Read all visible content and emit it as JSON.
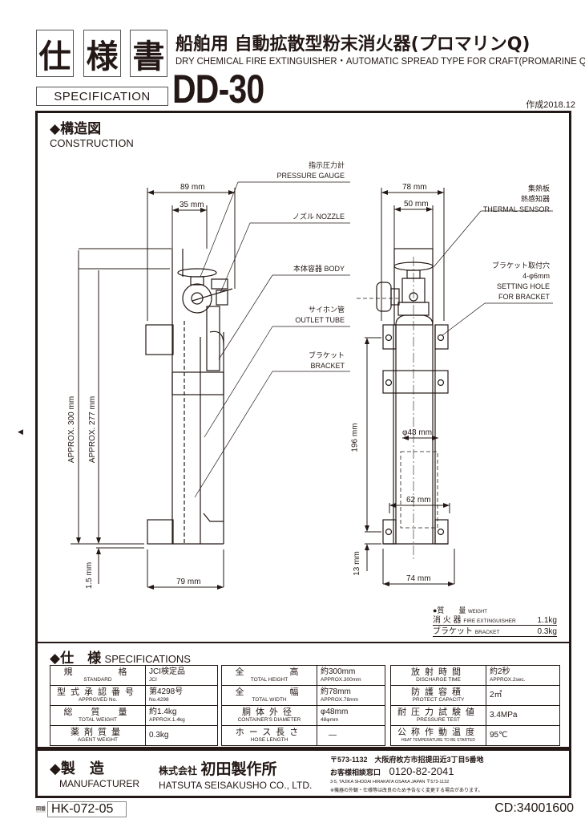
{
  "header": {
    "kanji": [
      "仕",
      "様",
      "書"
    ],
    "spec_label": "SPECIFICATION",
    "title_jp": "船舶用 自動拡散型粉末消火器(プロマリンQ)",
    "title_en": "DRY CHEMICAL FIRE EXTINGUISHER・AUTOMATIC SPREAD TYPE FOR CRAFT(PROMARINE Q)",
    "model": "DD-30",
    "created": "作成2018.12"
  },
  "construction": {
    "title_jp": "◆構造図",
    "title_en": "CONSTRUCTION",
    "side_view": {
      "dims": {
        "overall_width": "89 mm",
        "top_width": "35 mm",
        "height_total": "APPROX. 300 mm",
        "height_body": "APPROX. 277 mm",
        "bottom_offset": "1.5 mm",
        "bottom_width": "79 mm"
      },
      "callouts": [
        {
          "jp": "指示圧力計",
          "en": "PRESSURE GAUGE"
        },
        {
          "jp": "ノズル",
          "en": "NOZZLE"
        },
        {
          "jp": "本体容器",
          "en": "BODY"
        },
        {
          "jp": "サイホン管",
          "en": "OUTLET TUBE"
        },
        {
          "jp": "ブラケット",
          "en": "BRACKET"
        }
      ]
    },
    "front_view": {
      "dims": {
        "overall_width": "78 mm",
        "top_width": "50 mm",
        "hole_pitch": "196 mm",
        "bottom_offset": "13 mm",
        "diameter": "φ48 mm",
        "inner_width": "62 mm",
        "bottom_width": "74 mm"
      },
      "callouts": [
        {
          "jp1": "集熱板",
          "jp2": "熱感知器",
          "en": "THERMAL SENSOR"
        },
        {
          "jp1": "ブラケット取付穴",
          "jp2": "4-φ6mm",
          "en": "SETTING HOLE",
          "en2": "FOR BRACKET"
        }
      ]
    },
    "weight": {
      "title_jp": "●質　　量",
      "title_en": "WEIGHT",
      "rows": [
        {
          "jp": "消 火 器",
          "en": "FIRE EXTINGUISHER",
          "value": "1.1kg"
        },
        {
          "jp": "ブラケット",
          "en": "BRACKET",
          "value": "0.3kg"
        }
      ]
    }
  },
  "specifications": {
    "title_jp": "◆仕　様",
    "title_en": "SPECIFICATIONS",
    "columns": [
      [
        {
          "jp": "規　　　格",
          "en": "STANDARD",
          "value": "JCI検定品",
          "sub": "JCI"
        },
        {
          "jp": "型式承認番号",
          "en": "APPROVED No.",
          "value": "第4298号",
          "sub": "No.4298"
        },
        {
          "jp": "総　質　量",
          "en": "TOTAL WEIGHT",
          "value": "約1.4kg",
          "sub": "APPROX.1.4kg"
        },
        {
          "jp": "薬剤質量",
          "en": "AGENT WEIGHT",
          "value": "0.3kg",
          "sub": ""
        }
      ],
      [
        {
          "jp": "全　　　高",
          "en": "TOTAL HEIGHT",
          "value": "約300mm",
          "sub": "APPROX.300mm"
        },
        {
          "jp": "全　　　幅",
          "en": "TOTAL WIDTH",
          "value": "約78mm",
          "sub": "APPROX.78mm"
        },
        {
          "jp": "胴体外径",
          "en": "CONTAINER'S DIAMETER",
          "value": "φ48mm",
          "sub": "48φmm"
        },
        {
          "jp": "ホース長さ",
          "en": "HOSE LENGTH",
          "value": "—",
          "sub": ""
        }
      ],
      [
        {
          "jp": "放射時間",
          "en": "DISCHARGE TIME",
          "value": "約2秒",
          "sub": "APPROX.2sec."
        },
        {
          "jp": "防護容積",
          "en": "PROTECT CAPACITY",
          "value": "2㎥",
          "sub": ""
        },
        {
          "jp": "耐圧力試験値",
          "en": "PRESSURE TEST",
          "value": "3.4MPa",
          "sub": ""
        },
        {
          "jp": "公称作動温度",
          "en": "HEAT TEMPERATURE TO BE STARTED",
          "value": "95℃",
          "sub": ""
        }
      ]
    ]
  },
  "manufacturer": {
    "title_jp": "◆製　造",
    "title_en": "MANUFACTURER",
    "company_prefix": "株式会社",
    "company_jp": "初田製作所",
    "company_en": "HATSUTA SEISAKUSHO CO., LTD.",
    "address_jp": "〒573-1132　大阪府枚方市招提田近3丁目5番地",
    "contact_label": "お客様相談窓口",
    "phone": "0120-82-2041",
    "address_en": "3-5, TAJIKA SHODAI HIRAKATA OSAKA JAPAN 〒573-1132",
    "notice": "※機器の外観・仕様等は改良のため予告なく変更する場合があります。"
  },
  "footer": {
    "zuban": "図番",
    "drawing_no": "HK-072-05",
    "cd": "CD:34001600"
  },
  "left_marker": "◀"
}
